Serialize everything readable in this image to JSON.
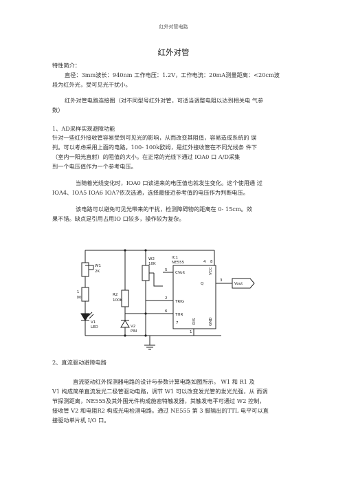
{
  "header": "红外对管电路",
  "title": "红外对管",
  "section_intro_heading": "特性简介：",
  "intro_line1": "直径：3mm波长：940nm 工作电压：1.2V，工作电流：20mA测量距离：<20cm波",
  "intro_line2": "段为红外光，受可见光干扰小。",
  "connect_line1": "红外对管电路连接图（对不同型号红外对管，可适当调整电阻以达到相关电 气参",
  "connect_line2": "数）",
  "sec1_heading": "1、AD采样实现避障功能",
  "sec1_p1_l1": "针对一些红外接收管容易受到可见光的影响，从而改变其阻值，容易造成系统的 误",
  "sec1_p1_l2": "判。可以考虑采用上面的电路。100- 100k欧姆，是红外接收管在不同光线条 件下",
  "sec1_p1_l3": "（室内一阳光直射）的阻值的大小。在正常的光线下通过          IOA0 口 A/D采集",
  "sec1_p1_l4": "到一个电压值作为一个参考电压。",
  "sec1_p2_l1": "当随着光线变化时，IOA0 口读进来的电压值也就发生变化。这个使用通 过",
  "sec1_p2_l2": "IOA4、IOA5 IOA6 IOA7依次选通，选择最接近参考值的电压作为判断电压。",
  "sec1_p3_l1": "该电路可以避免可见光带来的干扰，检测障碍物的距离在      0- 15cm。效",
  "sec1_p3_l2": "果不错。缺点是引用占用IO 口较多，操作较为复杂。",
  "circuit": {
    "w1": "W1",
    "w1_val": "2K",
    "r1": "R1",
    "r1_val": "500",
    "v1": "V1",
    "v1_sub": "LED",
    "r2": "R2",
    "r2_val": "100K",
    "v2": "V2",
    "v2_sub": "PIN",
    "w2": "W2",
    "w2_val": "10K",
    "ic": "IC1",
    "ic_sub": "NE555",
    "pin_cvolt": "CVolt",
    "pin_trig": "TRIG",
    "pin_thr": "THR",
    "pin_dis": "DIS",
    "pin_gnd": "GND",
    "pin_q": "Q",
    "pin_vcc": "VCC",
    "pin5": "5",
    "pin2": "2",
    "pin6": "6",
    "pin3": "3",
    "pin7": "7",
    "pin1": "1",
    "pin8": "8",
    "pin4": "4",
    "vout": "Vout"
  },
  "sec2_heading": "2、直流驱动避障电路",
  "sec2_l1": "直流驱动红外探测器电路的设计与参数计算电路如图所示。    W1 和 R1 及",
  "sec2_l2": "V1 构成简单直流发光二极管驱动电路，调节 W1 可以改变发光管的发光光强，从 而调",
  "sec2_l3": "节探测距离，NE555及其外围元件构成施密特触发器，其触发电平可通过 W2 控制，",
  "sec2_l4": "接收管 V2 和电阻R2 构成光电检测电路。通过 NE555 第 3 脚输出的TTL 电平可以直",
  "sec2_l5": "接驱动单片机 I/O 口。"
}
